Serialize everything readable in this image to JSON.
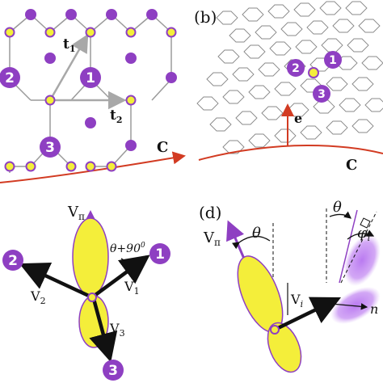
{
  "colors": {
    "purple": "#8e3fc2",
    "yellow": "#f4ee3a",
    "red": "#d23b22",
    "lattice": "#999999",
    "arrow_gray": "#a8a8a8",
    "orbital_purple": "#b673f0"
  },
  "panel_a": {
    "site_labels": [
      "1",
      "2",
      "3"
    ],
    "vector_t1": "t",
    "vector_t1_sub": "1",
    "vector_t2": "t",
    "vector_t2_sub": "2",
    "curve_label": "C"
  },
  "panel_b": {
    "panel_label": "(b)",
    "site_labels": [
      "1",
      "2",
      "3"
    ],
    "vector_label": "e",
    "curve_label": "C"
  },
  "panel_c": {
    "vpi_label": "V",
    "vpi_sub": "π",
    "angle_label": "θ+90",
    "angle_sup": "0",
    "v1_label": "V",
    "v1_sub": "1",
    "v2_label": "V",
    "v2_sub": "2",
    "v3_label": "V",
    "v3_sub": "3",
    "site_labels": [
      "1",
      "2",
      "3"
    ]
  },
  "panel_d": {
    "panel_label": "(d)",
    "vpi_label": "V",
    "vpi_sub": "π",
    "theta_left": "θ",
    "theta_right": "θ",
    "phi_label": "φ",
    "phi_sub": "i",
    "vi_label": "V",
    "vi_sub": "i",
    "n_label": "n"
  }
}
